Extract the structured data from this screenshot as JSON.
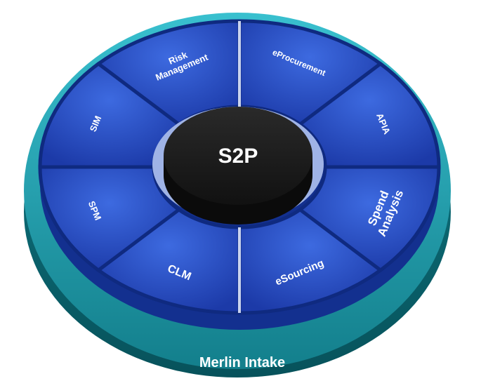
{
  "hub": {
    "label": "S2P"
  },
  "base": {
    "label": "Merlin Intake"
  },
  "segments": [
    {
      "label": "Risk Management",
      "lines": [
        "Risk",
        "Management"
      ]
    },
    {
      "label": "eProcurement",
      "lines": [
        "eProcurement"
      ]
    },
    {
      "label": "APIA",
      "lines": [
        "APIA"
      ]
    },
    {
      "label": "Spend Analysis",
      "lines": [
        "Spend",
        "Analysis"
      ]
    },
    {
      "label": "eSourcing",
      "lines": [
        "eSourcing"
      ]
    },
    {
      "label": "CLM",
      "lines": [
        "CLM"
      ]
    },
    {
      "label": "SPM",
      "lines": [
        "SPM"
      ]
    },
    {
      "label": "SIM",
      "lines": [
        "SIM"
      ]
    }
  ],
  "colors": {
    "ring_teal": "#1a9fae",
    "ring_teal_dark": "#0b6f7c",
    "segment_blue": "#2f57c9",
    "segment_blue_dark": "#17329a",
    "hub_black": "#1b1b1b",
    "hub_side": "#0c0c0c"
  }
}
